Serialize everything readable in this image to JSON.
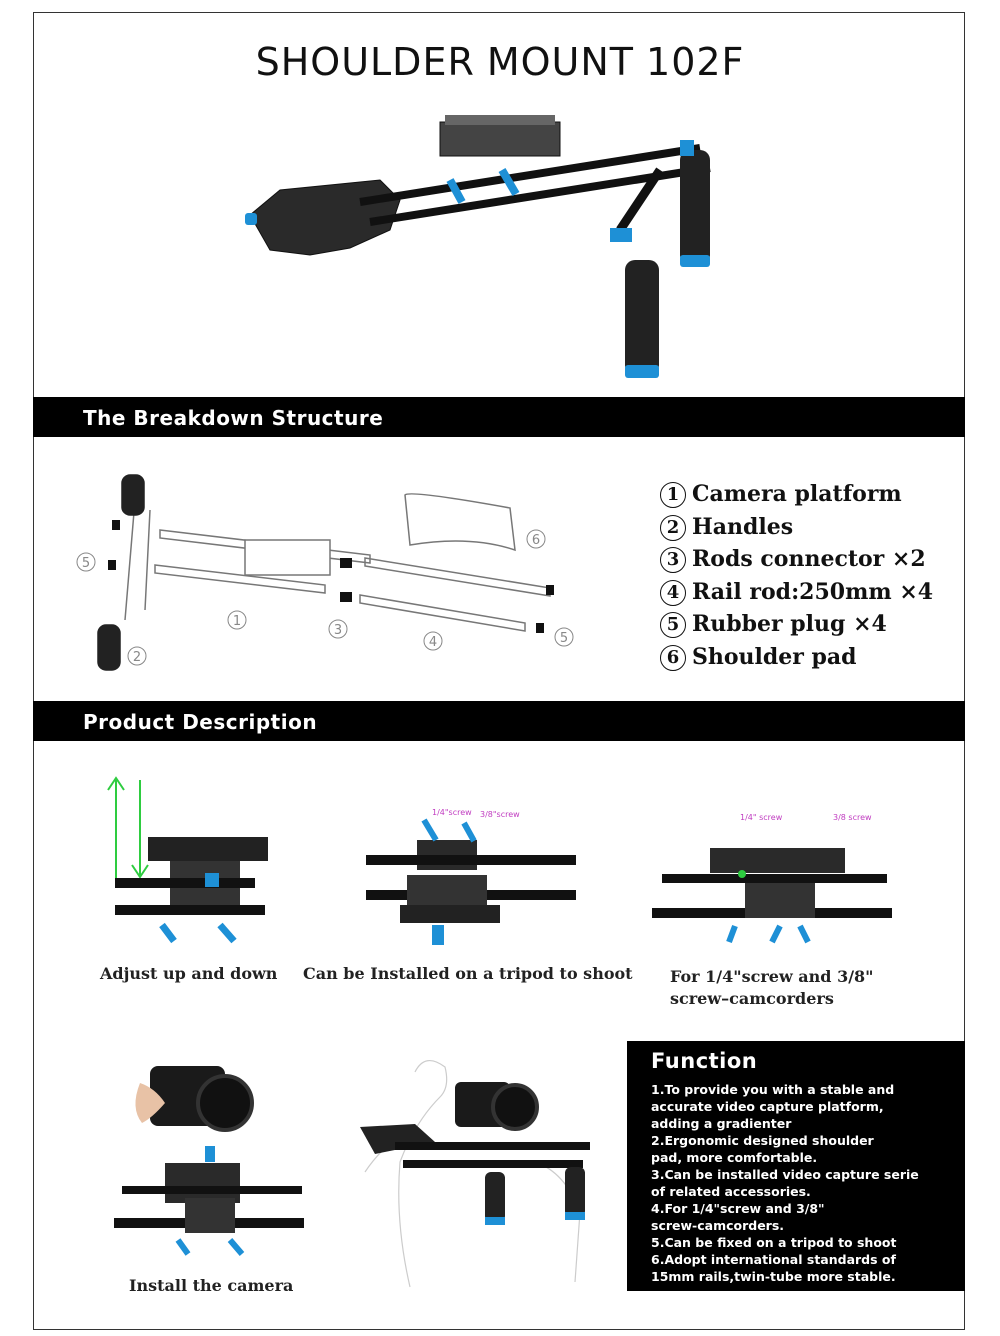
{
  "title": {
    "part1": "SHOULDER",
    "part2": "MOUNT",
    "part3": "102F"
  },
  "sections": {
    "breakdown": "The Breakdown Structure",
    "description": "Product Description"
  },
  "parts": [
    {
      "num": "1",
      "text": "Camera platform"
    },
    {
      "num": "2",
      "text": "Handles"
    },
    {
      "num": "3",
      "text": "Rods connector ×2"
    },
    {
      "num": "4",
      "text": "Rail rod:250mm ×4"
    },
    {
      "num": "5",
      "text": "Rubber plug ×4"
    },
    {
      "num": "6",
      "text": "Shoulder pad"
    }
  ],
  "diagram_callouts": [
    "1",
    "2",
    "3",
    "4",
    "5",
    "5",
    "6"
  ],
  "screw_labels": {
    "quarter": "1/4\"screw",
    "threeeighth": "3/8\"screw",
    "quarter_b": "1/4\" screw",
    "threeeighth_b": "3/8 screw"
  },
  "captions": {
    "adjust": "Adjust up and down",
    "tripod": "Can be Installed on a tripod to shoot",
    "screw_line1": "For 1/4\"screw and 3/8\"",
    "screw_line2": "screw–camcorders",
    "install": "Install the camera"
  },
  "function": {
    "title": "Function",
    "lines": [
      "1.To provide you with a stable and",
      "accurate video capture platform,",
      "adding a gradienter",
      "2.Ergonomic designed shoulder",
      "pad, more comfortable.",
      "3.Can be installed video capture serie",
      "of related accessories.",
      "4.For 1/4\"screw and 3/8\"",
      "screw-camcorders.",
      "5.Can be fixed on a tripod to shoot",
      "6.Adopt international standards of",
      "15mm rails,twin-tube more stable."
    ]
  },
  "colors": {
    "accent_blue": "#1e90d6",
    "bar_black": "#000000",
    "arrow_green": "#2ecc40",
    "screw_pink": "#c03cc0"
  }
}
